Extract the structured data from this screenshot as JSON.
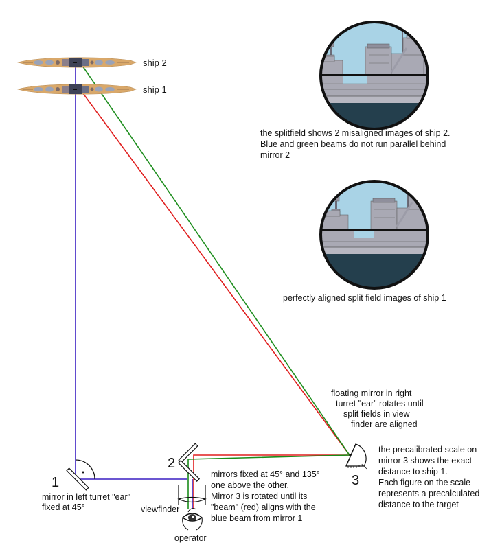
{
  "colors": {
    "blue_beam": "#3a1fc2",
    "red_beam": "#e01e1e",
    "green_beam": "#1a8c1a",
    "hull": "#d9a86a",
    "sky": "#a9d3e6",
    "sea": "#243f4d",
    "ship_grey": "#a9a9b4"
  },
  "ships": [
    {
      "label": "ship 2"
    },
    {
      "label": "ship 1"
    }
  ],
  "splitfields": [
    {
      "state": "misaligned",
      "caption": [
        " the splitfield shows 2 misaligned images of ship 2.",
        "Blue and green beams do not run parallel behind",
        "mirror 2"
      ]
    },
    {
      "state": "aligned",
      "caption": [
        "perfectly aligned split field images of ship 1"
      ]
    }
  ],
  "mirrors": [
    {
      "number": "1",
      "description": [
        "mirror in left turret \"ear\"",
        "fixed at 45°"
      ]
    },
    {
      "number": "2",
      "description": [
        "mirrors fixed at 45° and 135°",
        "one above the other.",
        "Mirror 3 is rotated until its",
        "\"beam\" (red) aligns with the",
        "blue beam from mirror 1"
      ]
    },
    {
      "number": "3",
      "description": [
        "the precalibrated scale on",
        "mirror 3 shows the exact",
        "distance to ship 1.",
        "Each figure on the scale",
        "represents a precalculated",
        "distance to the target"
      ]
    }
  ],
  "floating_mirror_note": [
    "floating mirror in right",
    "turret \"ear\" rotates until",
    "split fields in view",
    "finder are aligned"
  ],
  "viewfinder_label": "viewfinder",
  "operator_label": "operator"
}
